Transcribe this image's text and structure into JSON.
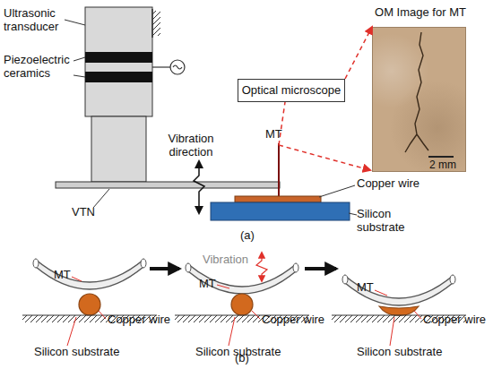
{
  "diagram": {
    "nodes": [
      {
        "text": [
          "Optical microscope"
        ]
      },
      {
        "text": [
          "OM Image for MT",
          "2 mm"
        ]
      }
    ],
    "edges": [
      {
        "from": 0,
        "to": 1,
        "arrow": "to"
      }
    ],
    "labels": [
      "Ultrasonic transducer",
      "Piezoelectric ceramics",
      "Vibration direction",
      "VTN",
      "MT",
      "Copper wire",
      "Silicon substrate",
      "(a)",
      "MT",
      "Copper wire",
      "Silicon substrate",
      "MT",
      "Vibration",
      "Copper wire",
      "Silicon substrate",
      "MT",
      "Copper wire",
      "Silicon substrate",
      "(b)"
    ]
  }
}
